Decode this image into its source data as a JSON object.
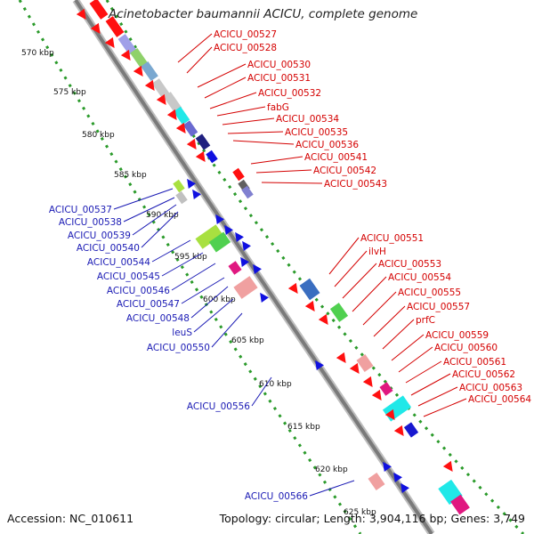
{
  "title": "Acinetobacter baumannii ACICU, complete genome",
  "footer": {
    "accession": "Accession: NC_010611",
    "summary": "Topology: circular; Length: 3,904,116 bp; Genes: 3,749"
  },
  "colors": {
    "forward_label": "#d40000",
    "reverse_label": "#1a1ab4",
    "forward_gene": "#ff1010",
    "reverse_gene": "#1010e0",
    "backbone": "#7a7a7a",
    "tick_ring": "#2a9a2a"
  },
  "scale_labels": [
    "570 kbp",
    "575 kbp",
    "580 kbp",
    "585 kbp",
    "590 kbp",
    "595 kbp",
    "600 kbp",
    "605 kbp",
    "610 kbp",
    "615 kbp",
    "620 kbp",
    "625 kbp"
  ],
  "forward_genes": [
    "ACICU_00527",
    "ACICU_00528",
    "ACICU_00530",
    "ACICU_00531",
    "ACICU_00532",
    "fabG",
    "ACICU_00534",
    "ACICU_00535",
    "ACICU_00536",
    "ACICU_00541",
    "ACICU_00542",
    "ACICU_00543",
    "ACICU_00551",
    "ilvH",
    "ACICU_00553",
    "ACICU_00554",
    "ACICU_00555",
    "ACICU_00557",
    "prfC",
    "ACICU_00559",
    "ACICU_00560",
    "ACICU_00561",
    "ACICU_00562",
    "ACICU_00563",
    "ACICU_00564"
  ],
  "reverse_genes": [
    "ACICU_00537",
    "ACICU_00538",
    "ACICU_00539",
    "ACICU_00540",
    "ACICU_00544",
    "ACICU_00545",
    "ACICU_00546",
    "ACICU_00547",
    "ACICU_00548",
    "leuS",
    "ACICU_00550",
    "ACICU_00556",
    "ACICU_00566"
  ]
}
